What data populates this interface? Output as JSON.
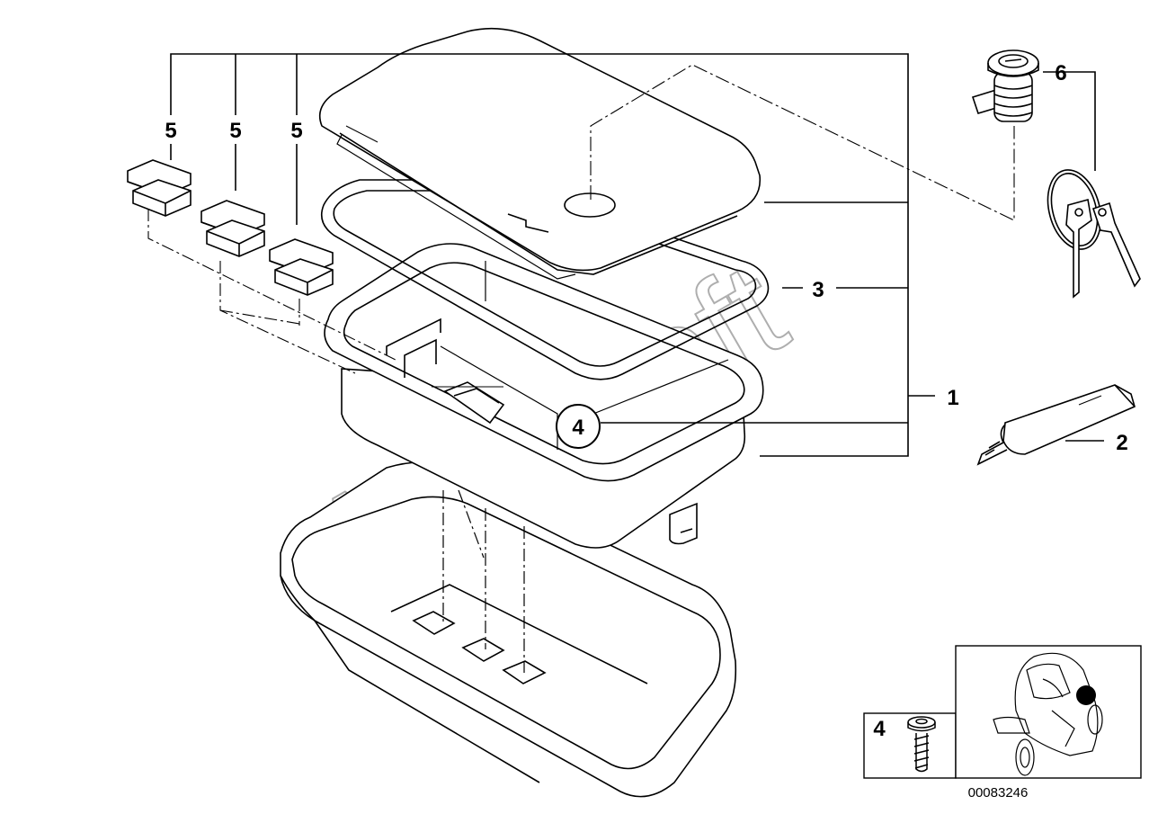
{
  "watermark": {
    "text": "AutoSoft"
  },
  "callouts": {
    "tray_assembly": "1",
    "tube": "2",
    "gasket": "3",
    "screw": "4",
    "buffer": "5",
    "lock_set": "6"
  },
  "inset": {
    "screw_label": "4"
  },
  "diagram_id": "00083246"
}
